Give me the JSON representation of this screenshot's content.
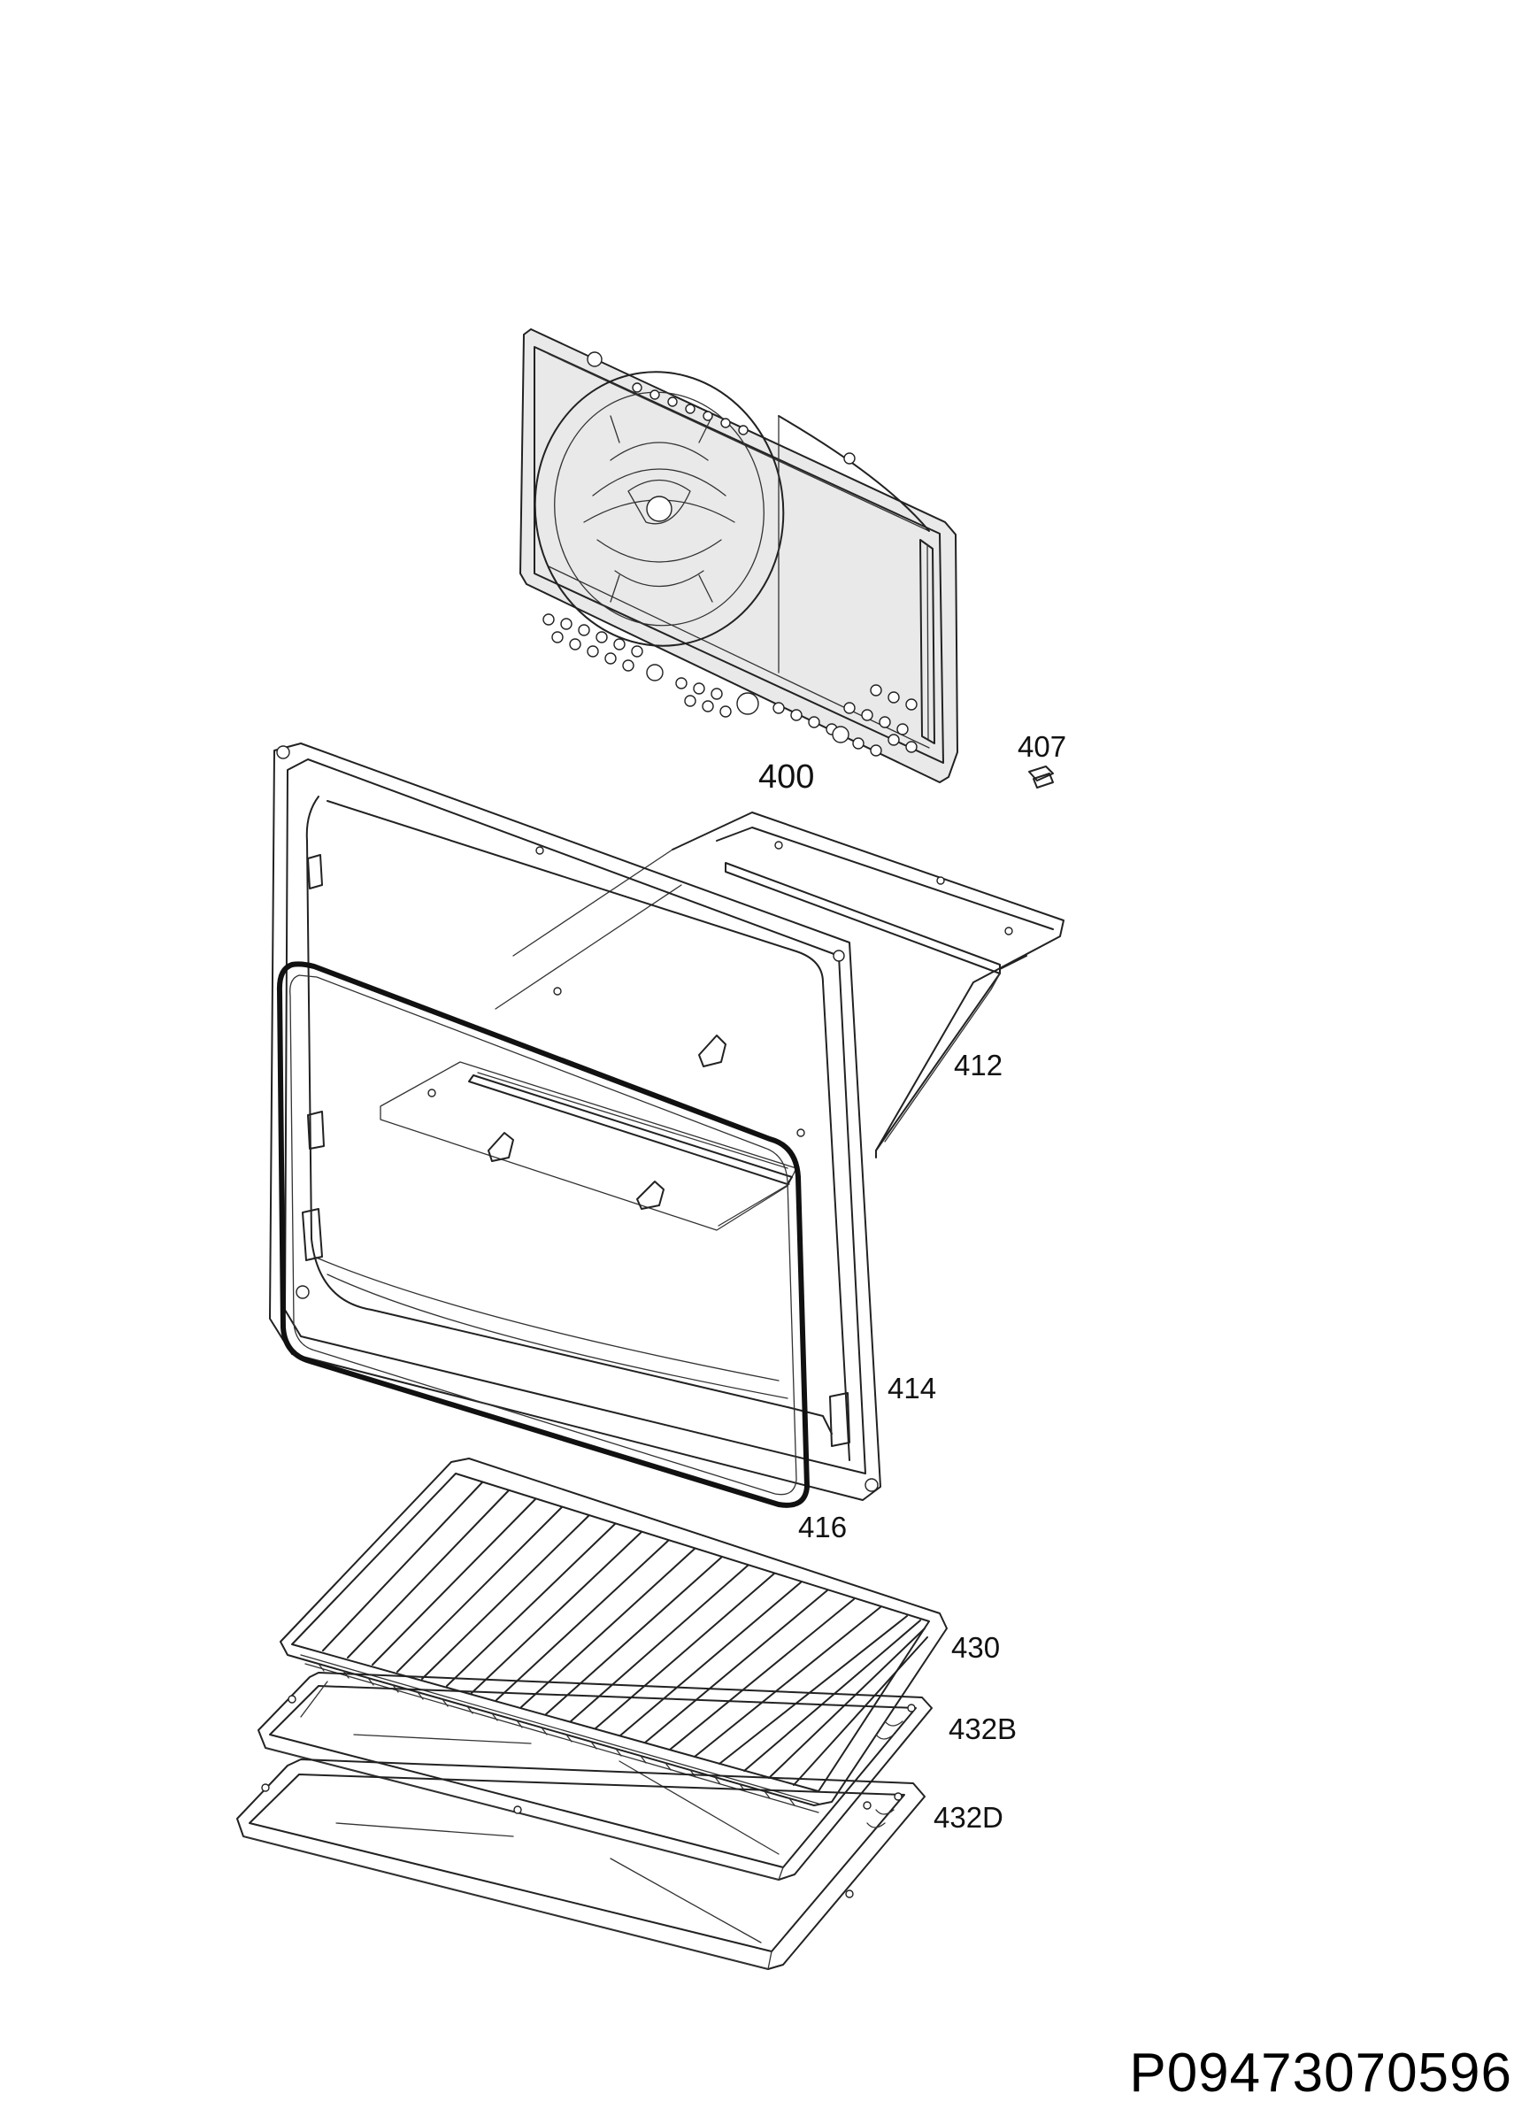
{
  "diagram": {
    "parts": [
      {
        "id": "400",
        "label": "400",
        "name": "back panel with fan cover"
      },
      {
        "id": "407",
        "label": "407",
        "name": "clip"
      },
      {
        "id": "412",
        "label": "412",
        "name": "top cover"
      },
      {
        "id": "414",
        "label": "414",
        "name": "cavity frame"
      },
      {
        "id": "416",
        "label": "416",
        "name": "door seal"
      },
      {
        "id": "430",
        "label": "430",
        "name": "grill rack"
      },
      {
        "id": "432B",
        "label": "432B",
        "name": "shallow tray"
      },
      {
        "id": "432D",
        "label": "432D",
        "name": "deep tray"
      }
    ],
    "document_code": "P09473070596"
  }
}
